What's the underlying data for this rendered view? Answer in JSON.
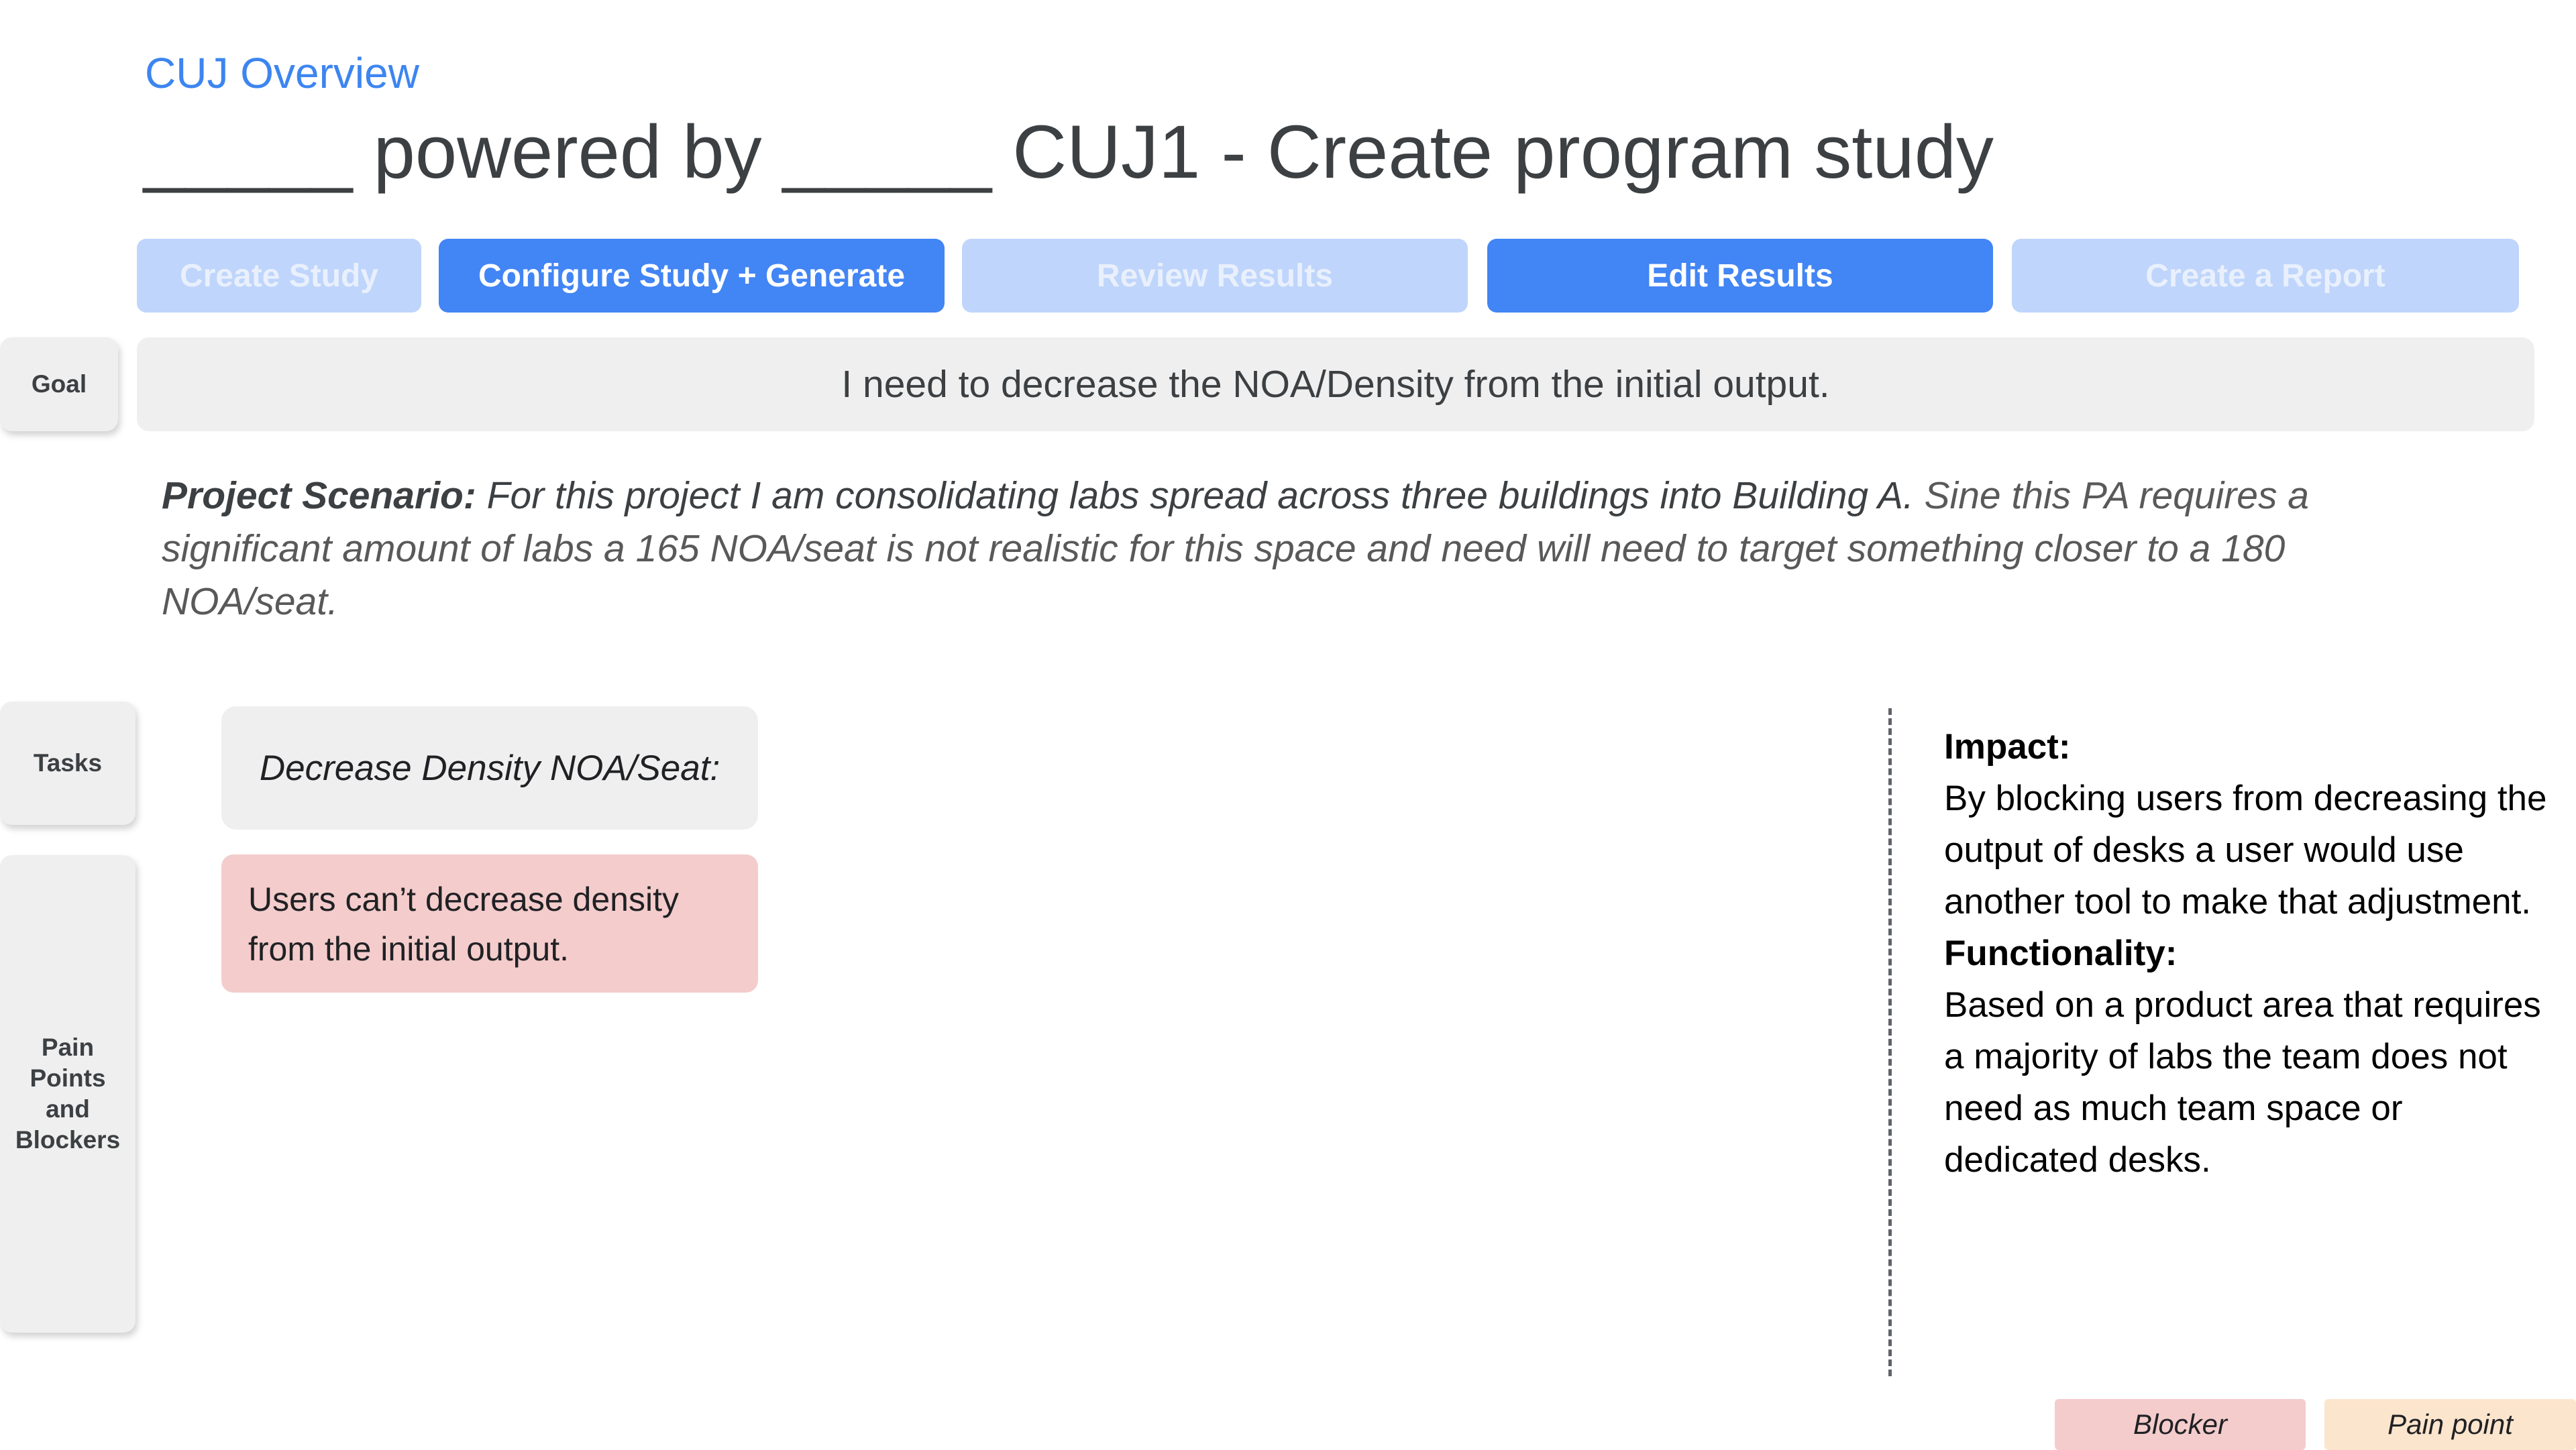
{
  "header": {
    "overline": "CUJ Overview",
    "title": "_____ powered by _____ CUJ1 - Create program study"
  },
  "steps": [
    {
      "label": "Create Study",
      "state": "inactive"
    },
    {
      "label": "Configure Study + Generate",
      "state": "active"
    },
    {
      "label": "Review Results",
      "state": "inactive"
    },
    {
      "label": "Edit Results",
      "state": "active"
    },
    {
      "label": "Create a Report",
      "state": "inactive"
    }
  ],
  "side_labels": {
    "goal": "Goal",
    "tasks": "Tasks",
    "pain": [
      "Pain",
      "Points",
      "and",
      "Blockers"
    ]
  },
  "goal": {
    "text": "I need to decrease the NOA/Density from the initial output."
  },
  "scenario": {
    "lead": "Project Scenario:",
    "mid": " For this project I am consolidating labs spread across three buildings into Building A.",
    "rest": " Sine this PA requires a significant amount of labs a 165 NOA/seat is not realistic for this space and need will need to target something closer to a 180 NOA/seat."
  },
  "task": {
    "label": "Decrease Density NOA/Seat:"
  },
  "pain_card": {
    "text": "Users can’t decrease density from the initial output.",
    "type": "Blocker"
  },
  "notes": {
    "impact_heading": "Impact:",
    "impact_body": "By blocking users from decreasing the output of desks a user would use another tool to make that adjustment.",
    "functionality_heading": "Functionality:",
    "functionality_body": "Based on a product area that requires a majority of labs the team does not need as much team space or dedicated desks."
  },
  "legend": [
    {
      "label": "Blocker",
      "color": "#f4cccc"
    },
    {
      "label": "Pain point",
      "color": "#fce5cd"
    }
  ],
  "colors": {
    "step_active": "#4285f4",
    "step_inactive": "#bfd5fb",
    "blocker": "#f4cccc",
    "pain_point": "#fce5cd",
    "overline": "#3d85f0"
  }
}
